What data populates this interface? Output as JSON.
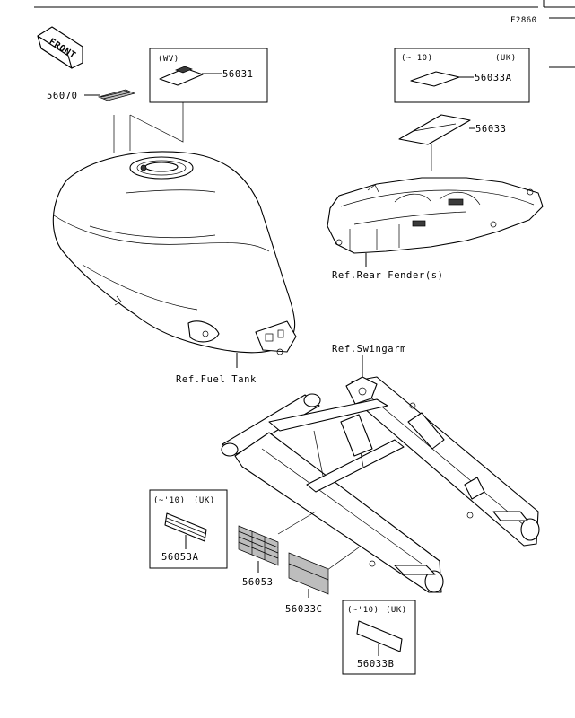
{
  "figure": {
    "code": "F2860",
    "front_label": "FRONT"
  },
  "parts": {
    "p56070": {
      "number": "56070"
    },
    "p56031": {
      "number": "56031",
      "qualifier": "(WV)"
    },
    "p56033A": {
      "number": "56033A",
      "qualifier_left": "(~'10)",
      "qualifier_right": "(UK)"
    },
    "p56033": {
      "number": "56033"
    },
    "p56053A": {
      "number": "56053A",
      "qualifier_left": "(~'10)",
      "qualifier_right": "(UK)"
    },
    "p56053": {
      "number": "56053"
    },
    "p56033C": {
      "number": "56033C"
    },
    "p56033B": {
      "number": "56033B",
      "qualifier_left": "(~'10)",
      "qualifier_right": "(UK)"
    }
  },
  "references": {
    "fuel_tank": "Ref.Fuel Tank",
    "rear_fender": "Ref.Rear Fender(s)",
    "swingarm": "Ref.Swingarm"
  }
}
